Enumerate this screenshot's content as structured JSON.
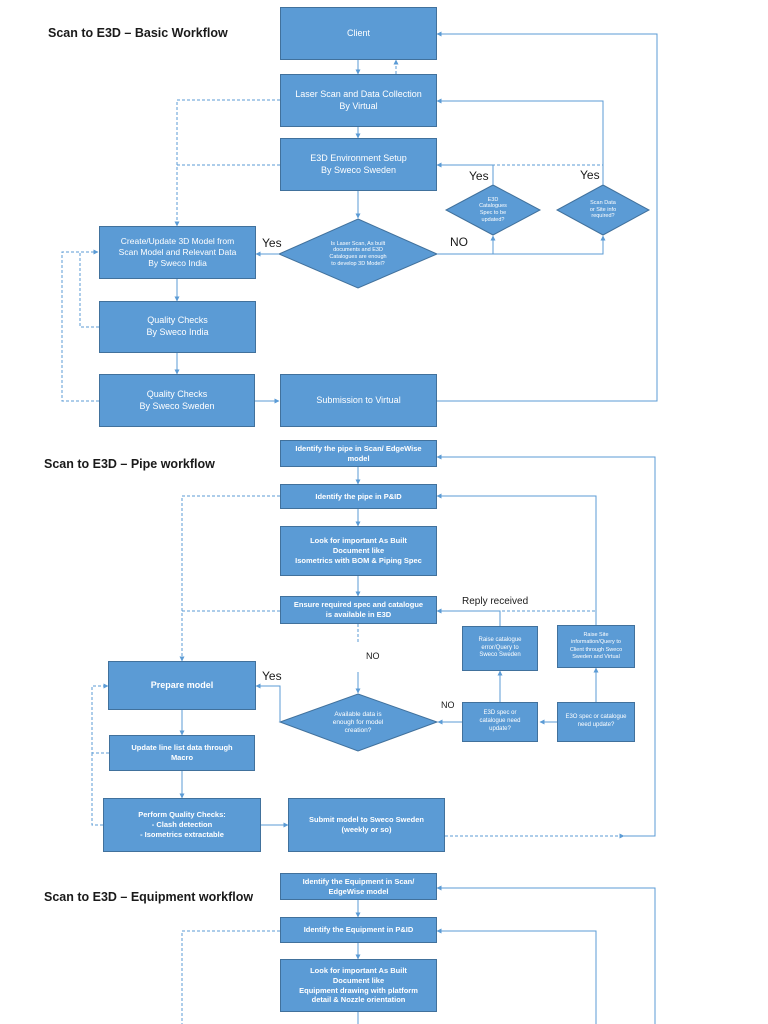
{
  "colors": {
    "box_fill": "#5b9bd5",
    "box_border": "#41719c",
    "arrow": "#5b9bd5",
    "text": "#ffffff",
    "label": "#1a1a1a"
  },
  "sections": {
    "basic": {
      "title": "Scan to E3D – Basic Workflow",
      "nodes": {
        "client": "Client",
        "laser_scan": "Laser Scan and Data Collection\nBy Virtual",
        "e3d_setup": "E3D Environment Setup\nBy Sweco Sweden",
        "create_model": "Create/Update 3D Model from\nScan Model and Relevant Data\nBy Sweco India",
        "qc_india": "Quality Checks\nBy Sweco India",
        "qc_sweden": "Quality Checks\nBy Sweco Sweden",
        "submission": "Submission to Virtual",
        "decision_laser": "Is Laser Scan, As built\ndocuments and E3D\nCatalogues are enough\nto develop 3D Model?",
        "decision_catalogues": "E3D\nCatalogues\nSpec to be\nupdated?",
        "decision_scan_data": "Scan Data\nor Site info\nrequired?"
      },
      "labels": {
        "yes_model": "Yes",
        "no_main": "NO",
        "yes_catalogue": "Yes",
        "yes_scan": "Yes"
      }
    },
    "pipe": {
      "title": "Scan to E3D – Pipe workflow",
      "nodes": {
        "identify_scan": "Identify the pipe in Scan/ EdgeWise\nmodel",
        "identify_pid": "Identify the pipe in P&ID",
        "as_built": "Look for important As Built\nDocument like\nIsometrics with BOM & Piping Spec",
        "ensure_spec": "Ensure required spec and catalogue\nis available in E3D",
        "prepare_model": "Prepare model",
        "update_line": "Update line list data through\nMacro",
        "perform_qc": "Perform Quality Checks:\n- Clash detection\n- Isometrics extractable",
        "submit": "Submit model to Sweco Sweden\n(weekly or so)",
        "raise_catalogue": "Raise catalogue\nerror/Query to\nSweco Sweden",
        "raise_site": "Raise Site\ninformation/Query to\nClient through Sweco\nSweden and Virtual",
        "decision_available": "Available data is\nenough for model\ncreation?",
        "decision_e3d_spec": "E3D spec or\ncatalogue need\nupdate?",
        "decision_e3o_spec": "E3O spec or catalogue\nneed update?"
      },
      "labels": {
        "reply_received": "Reply received",
        "no_down": "NO",
        "yes_prepare": "Yes",
        "no_side": "NO"
      }
    },
    "equipment": {
      "title": "Scan to E3D – Equipment workflow",
      "nodes": {
        "identify_scan": "Identify the Equipment in Scan/\nEdgeWise model",
        "identify_pid": "Identify the Equipment in P&ID",
        "as_built": "Look for important As Built\nDocument like\nEquipment drawing with platform\ndetail & Nozzle orientation"
      }
    }
  }
}
